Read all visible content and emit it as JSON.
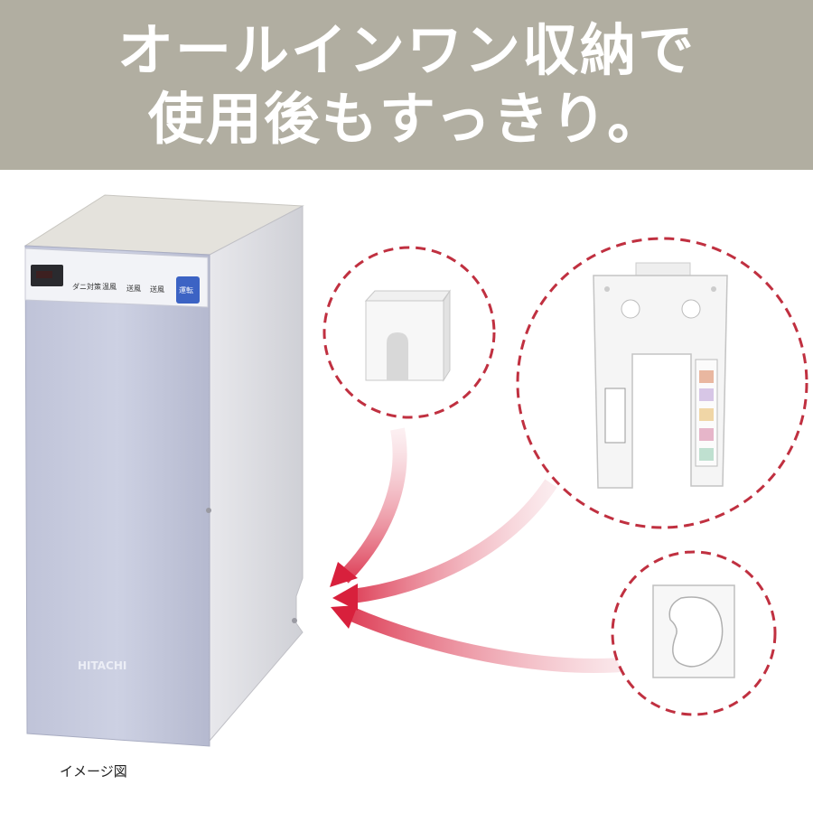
{
  "banner": {
    "line1": "オールインワン収納で",
    "line2": "使用後もすっきり。"
  },
  "product": {
    "brand": "HITACHI",
    "panel_buttons": [
      "ダニ対策",
      "温風",
      "送風",
      "送風",
      "運転"
    ]
  },
  "caption": "イメージ図",
  "colors": {
    "banner_bg": "#b1aea1",
    "dashed_circle": "#c03040",
    "arrow": "#d9334a",
    "body": "#c9cde0"
  },
  "icons": [
    "storage-holder-icon",
    "attachment-plate-icon",
    "square-adapter-icon"
  ]
}
